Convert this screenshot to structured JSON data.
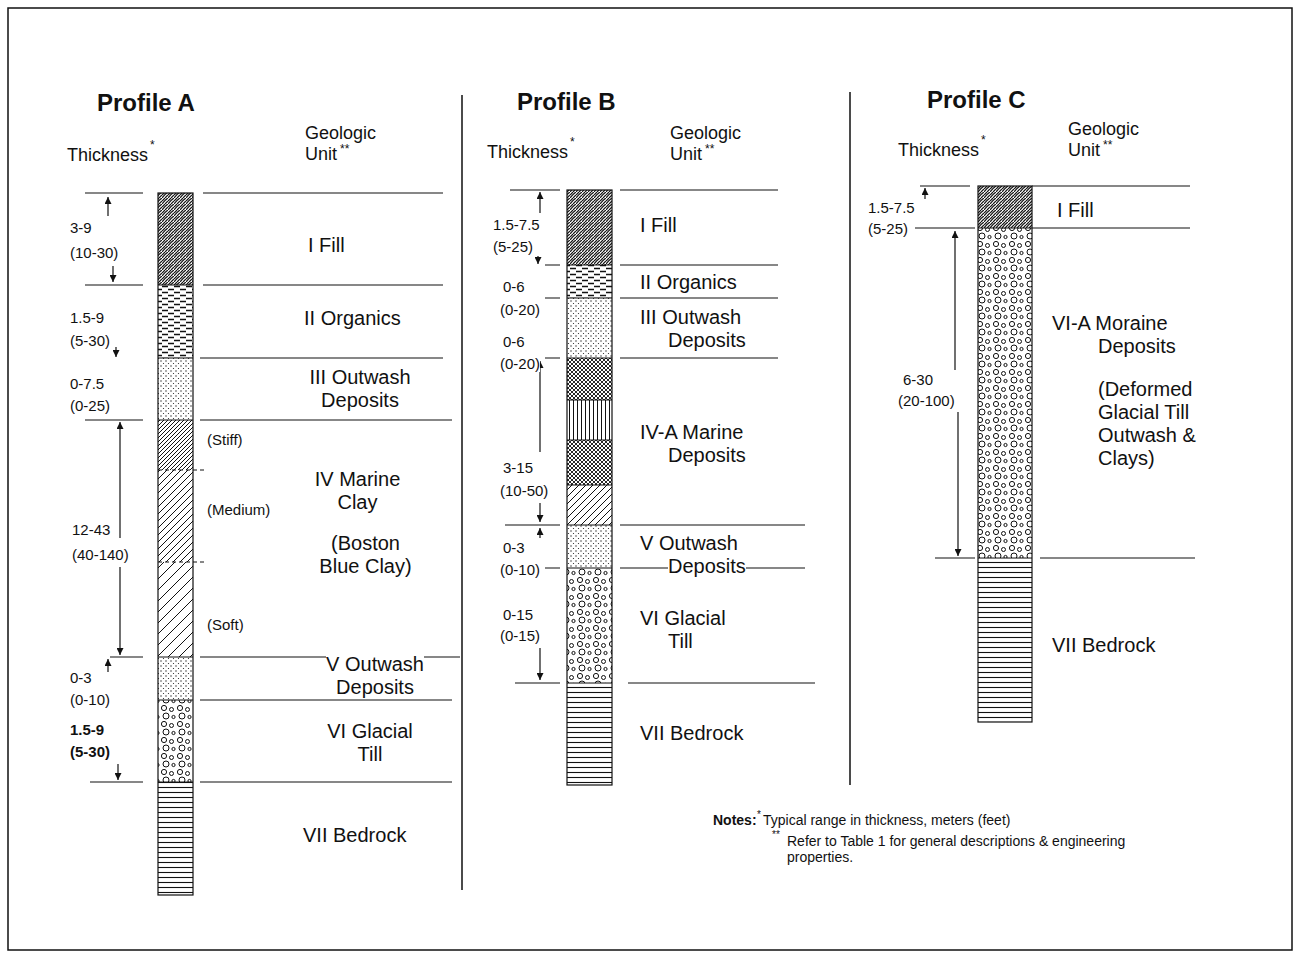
{
  "diagram": {
    "labels": [
      "Profile A",
      "Thickness",
      "*",
      "Geologic Unit",
      "**",
      "3-9",
      "(10-30)",
      "1.5-9",
      "(5-30)",
      "0-7.5",
      "(0-25)",
      "12-43",
      "(40-140)",
      "0-3",
      "(0-10)",
      "1.5-9",
      "(5-30)",
      "I Fill",
      "II Organics",
      "III Outwash Deposits",
      "(Stiff)",
      "IV Marine Clay",
      "(Medium)",
      "(Boston Blue Clay)",
      "(Soft)",
      "V Outwash Deposits",
      "VI Glacial Till",
      "VII Bedrock",
      "Profile B",
      "Thickness",
      "*",
      "Geologic Unit",
      "**",
      "1.5-7.5",
      "(5-25)",
      "0-6",
      "(0-20)",
      "0-6",
      "(0-20)",
      "3-15",
      "(10-50)",
      "0-3",
      "(0-10)",
      "0-15",
      "(0-15)",
      "I Fill",
      "II Organics",
      "III Outwash Deposits",
      "IV-A Marine Deposits",
      "V Outwash Deposits",
      "VI Glacial Till",
      "VII Bedrock",
      "Profile C",
      "Thickness",
      "*",
      "Geologic Unit",
      "**",
      "1.5-7.5",
      "(5-25)",
      "6-30",
      "(20-100)",
      "I Fill",
      "VI-A Moraine Deposits",
      "(Deformed Glacial Till Outwash & Clays)",
      "VII Bedrock",
      "Notes:",
      "*",
      "Typical range in thickness, meters (feet)",
      "**",
      "Refer to Table 1 for general descriptions & engineering properties."
    ]
  }
}
